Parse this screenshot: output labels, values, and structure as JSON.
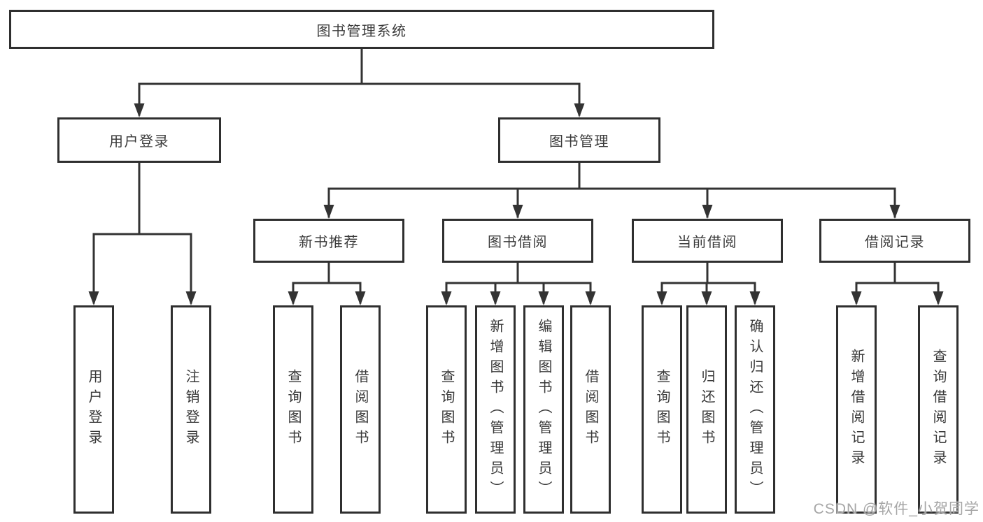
{
  "diagram": {
    "root": "图书管理系统",
    "branches": [
      {
        "label": "用户登录",
        "leaves": [
          "用户登录",
          "注销登录"
        ]
      },
      {
        "label": "图书管理",
        "groups": [
          {
            "label": "新书推荐",
            "leaves": [
              "查询图书",
              "借阅图书"
            ]
          },
          {
            "label": "图书借阅",
            "leaves": [
              "查询图书",
              "新增图书（管理员）",
              "编辑图书（管理员）",
              "借阅图书"
            ]
          },
          {
            "label": "当前借阅",
            "leaves": [
              "查询图书",
              "归还图书",
              "确认归还（管理员）"
            ]
          },
          {
            "label": "借阅记录",
            "leaves": [
              "新增借阅记录",
              "查询借阅记录"
            ]
          }
        ]
      }
    ]
  },
  "colors": {
    "line": "#333333",
    "border": "#2f2f2f",
    "text": "#3a3a3a",
    "background": "#ffffff",
    "watermark": "#a6a6a6"
  },
  "watermark": "CSDN @软件_小贺同学"
}
